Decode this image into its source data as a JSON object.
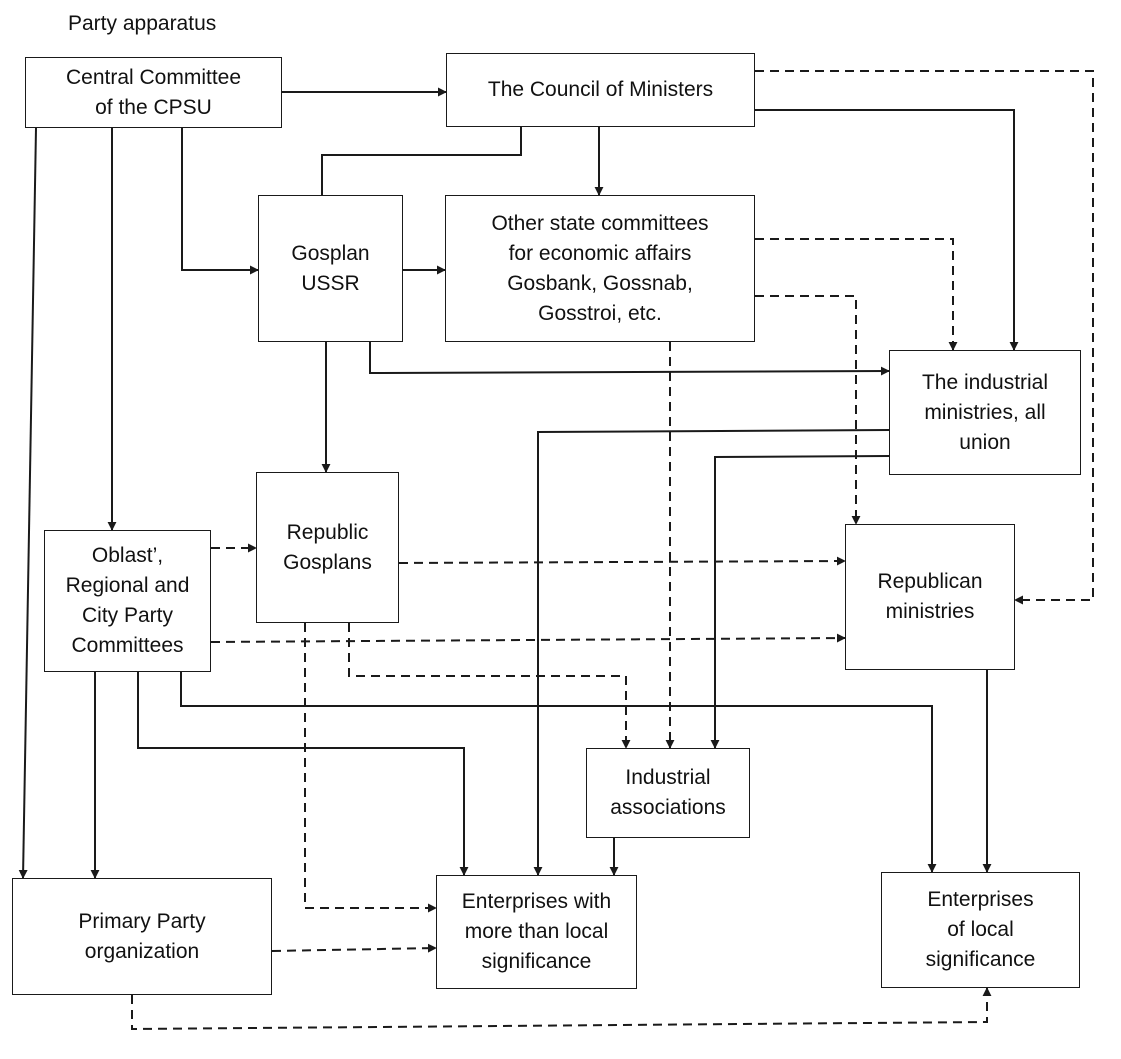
{
  "heading": "Party apparatus",
  "nodes": {
    "central_committee": "Central Committee\nof the CPSU",
    "council_of_ministers": "The Council of Ministers",
    "gosplan_ussr": "Gosplan\nUSSR",
    "other_state_committees": "Other state committees\nfor economic affairs\nGosbank, Gossnab,\nGosstroi, etc.",
    "industrial_ministries": "The industrial\nministries, all\nunion",
    "oblast_party_committees": "Oblast’,\nRegional and\nCity Party\nCommittees",
    "republic_gosplans": "Republic\nGosplans",
    "republican_ministries": "Republican\nministries",
    "industrial_associations": "Industrial\nassociations",
    "primary_party_organization": "Primary Party\norganization",
    "enterprises_more_than_local": "Enterprises with\nmore than local\nsignificance",
    "enterprises_local": "Enterprises\nof local\nsignificance"
  },
  "connections": [
    {
      "from": "central_committee",
      "to": "council_of_ministers",
      "style": "solid"
    },
    {
      "from": "central_committee",
      "to": "gosplan_ussr",
      "style": "solid"
    },
    {
      "from": "central_committee",
      "to": "oblast_party_committees",
      "style": "solid"
    },
    {
      "from": "central_committee",
      "to": "primary_party_organization",
      "style": "solid"
    },
    {
      "from": "council_of_ministers",
      "to": "gosplan_ussr",
      "style": "solid"
    },
    {
      "from": "council_of_ministers",
      "to": "other_state_committees",
      "style": "solid"
    },
    {
      "from": "council_of_ministers",
      "to": "industrial_ministries",
      "style": "solid"
    },
    {
      "from": "council_of_ministers",
      "to": "republican_ministries",
      "style": "dashed"
    },
    {
      "from": "gosplan_ussr",
      "to": "other_state_committees",
      "style": "solid"
    },
    {
      "from": "gosplan_ussr",
      "to": "industrial_ministries",
      "style": "solid"
    },
    {
      "from": "gosplan_ussr",
      "to": "republic_gosplans",
      "style": "solid"
    },
    {
      "from": "other_state_committees",
      "to": "industrial_ministries",
      "style": "dashed"
    },
    {
      "from": "other_state_committees",
      "to": "republican_ministries",
      "style": "dashed"
    },
    {
      "from": "other_state_committees",
      "to": "industrial_associations",
      "style": "dashed"
    },
    {
      "from": "industrial_ministries",
      "to": "enterprises_more_than_local",
      "style": "solid"
    },
    {
      "from": "industrial_ministries",
      "to": "industrial_associations",
      "style": "solid"
    },
    {
      "from": "oblast_party_committees",
      "to": "republic_gosplans",
      "style": "dashed"
    },
    {
      "from": "oblast_party_committees",
      "to": "republican_ministries",
      "style": "dashed"
    },
    {
      "from": "oblast_party_committees",
      "to": "primary_party_organization",
      "style": "solid"
    },
    {
      "from": "oblast_party_committees",
      "to": "enterprises_more_than_local",
      "style": "solid"
    },
    {
      "from": "oblast_party_committees",
      "to": "enterprises_local",
      "style": "solid"
    },
    {
      "from": "republic_gosplans",
      "to": "republican_ministries",
      "style": "dashed"
    },
    {
      "from": "republic_gosplans",
      "to": "enterprises_more_than_local",
      "style": "dashed"
    },
    {
      "from": "republic_gosplans",
      "to": "industrial_associations",
      "style": "dashed"
    },
    {
      "from": "republican_ministries",
      "to": "enterprises_local",
      "style": "solid"
    },
    {
      "from": "industrial_associations",
      "to": "enterprises_more_than_local",
      "style": "solid"
    },
    {
      "from": "primary_party_organization",
      "to": "enterprises_more_than_local",
      "style": "dashed"
    },
    {
      "from": "primary_party_organization",
      "to": "enterprises_local",
      "style": "dashed"
    }
  ]
}
